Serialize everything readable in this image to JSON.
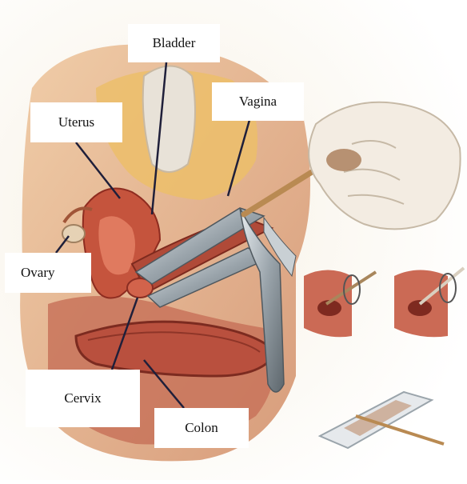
{
  "diagram": {
    "labels": {
      "bladder": "Bladder",
      "vagina": "Vagina",
      "uterus": "Uterus",
      "ovary": "Ovary",
      "cervix": "Cervix",
      "colon": "Colon"
    }
  }
}
